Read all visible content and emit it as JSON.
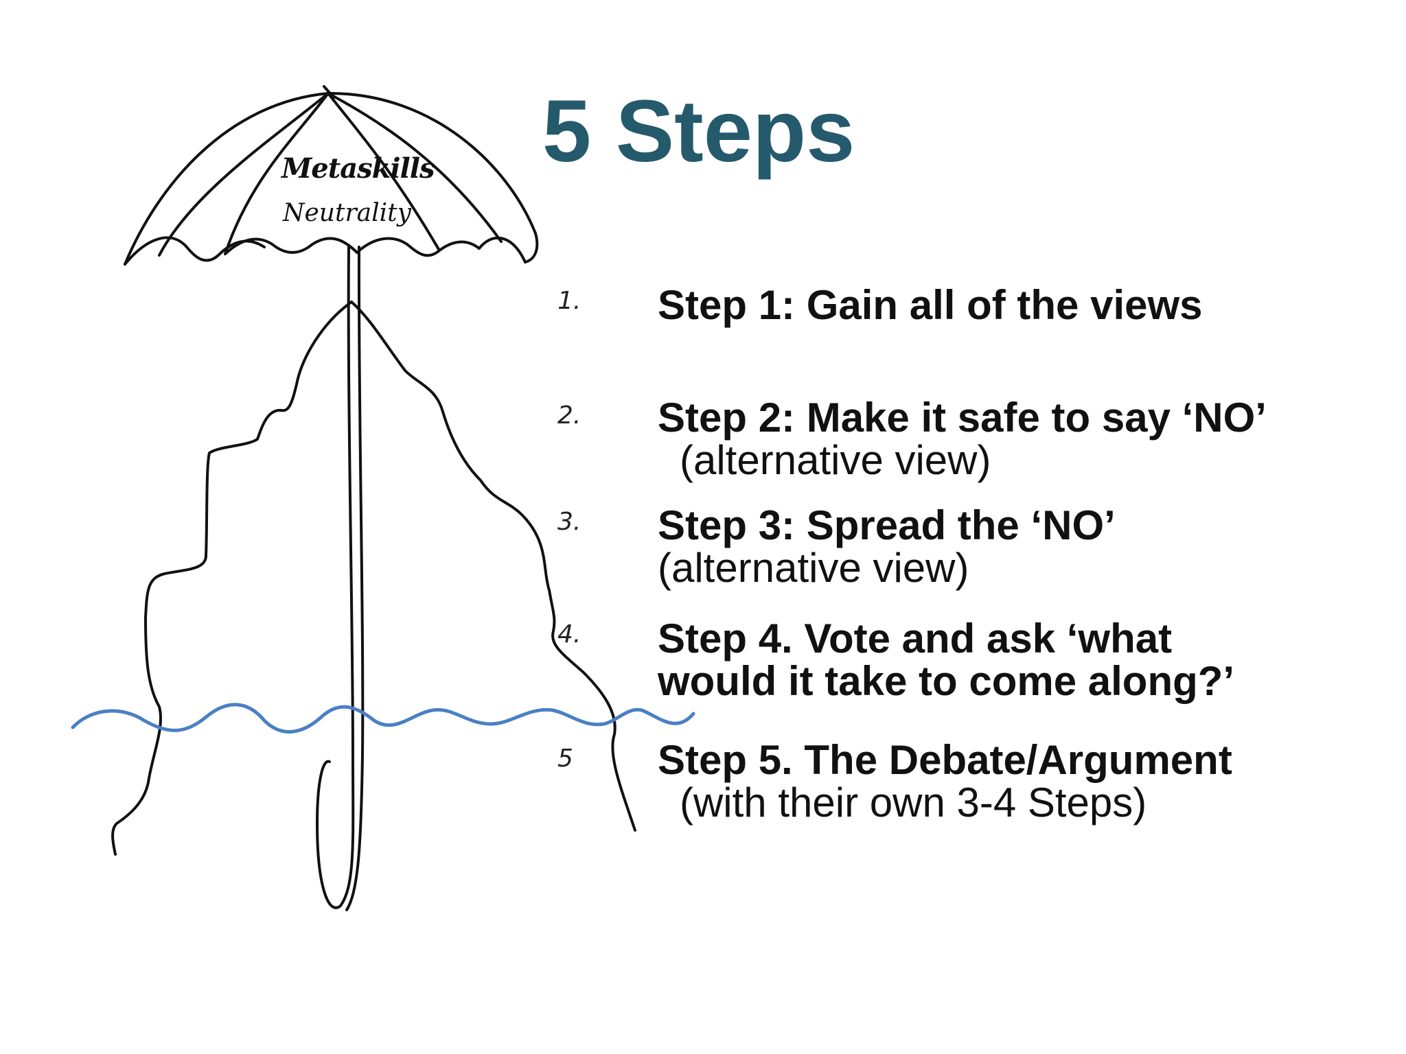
{
  "title": "5 Steps",
  "drawing": {
    "umbrella_labels": [
      "Metaskills",
      "Neutrality"
    ],
    "colors": {
      "water": "#4a7fc4",
      "ink": "#111111",
      "title": "#255a6d"
    }
  },
  "steps": [
    {
      "num": "1.",
      "head": "Step 1: Gain all of the views",
      "sub": ""
    },
    {
      "num": "2.",
      "head": "Step 2: Make it safe to say ‘NO’",
      "sub": "(alternative view)"
    },
    {
      "num": "3.",
      "head": "Step 3: Spread the ‘NO’",
      "sub": "(alternative view)"
    },
    {
      "num": "4.",
      "head": "Step 4. Vote and ask ‘what",
      "sub": "would it take to come along?’"
    },
    {
      "num": "5",
      "head": "Step 5. The Debate/Argument",
      "sub": "(with their own 3-4 Steps)"
    }
  ]
}
